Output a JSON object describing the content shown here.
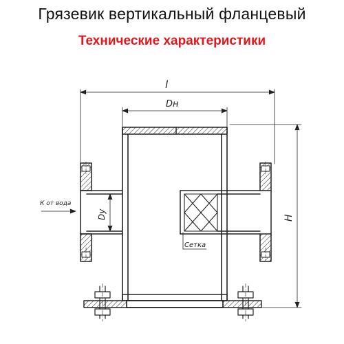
{
  "header": {
    "title": "Грязевик вертикальный фланцевый",
    "subtitle": "Технические характеристики"
  },
  "colors": {
    "title": "#111111",
    "subtitle": "#e3171b",
    "drawing_line": "#222222"
  },
  "drawing": {
    "labels": {
      "overall_length": "l",
      "nominal_diameter": "Dн",
      "inner_diameter": "Dу",
      "height": "H",
      "inlet": "К от вода",
      "mesh": "Сетка"
    }
  }
}
